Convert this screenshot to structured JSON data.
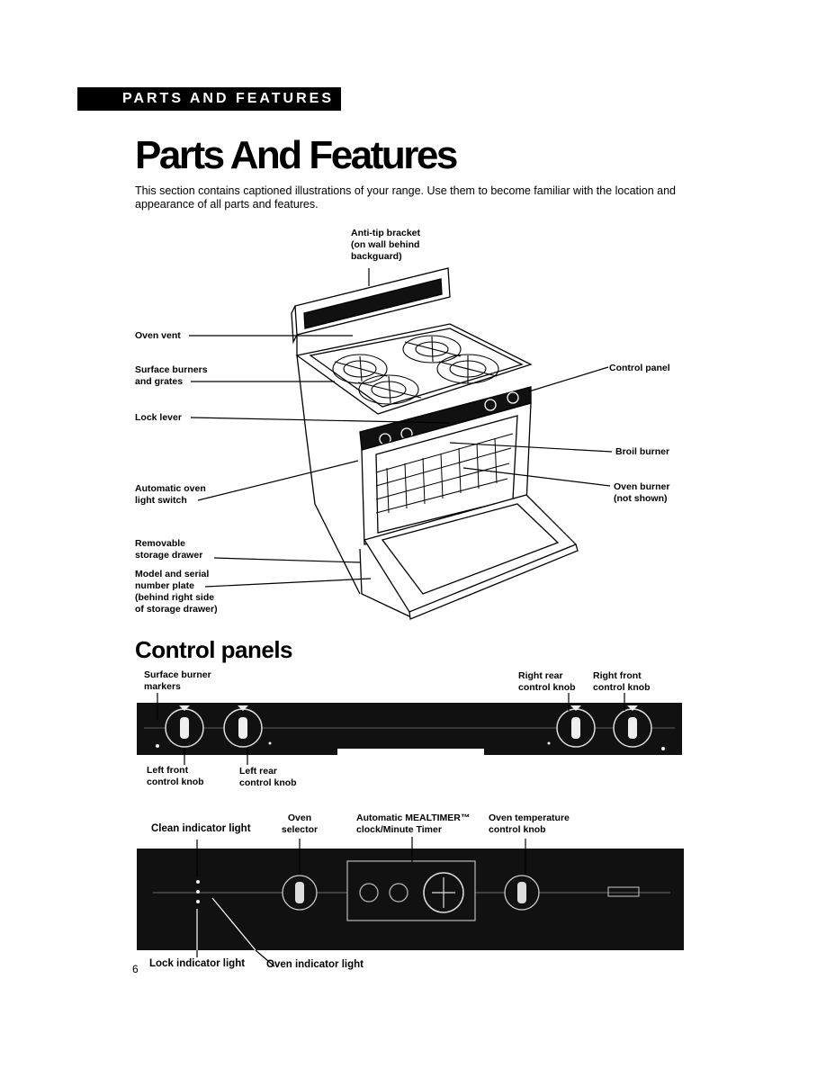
{
  "header": {
    "section_tab": "PARTS AND FEATURES"
  },
  "page": {
    "title": "Parts And Features",
    "intro": "This section contains captioned illustrations of your range. Use them to become familiar with the location and appearance of all parts and features.",
    "page_number": "6"
  },
  "range_callouts": {
    "anti_tip": [
      "Anti-tip bracket",
      "(on wall behind",
      "backguard)"
    ],
    "oven_vent": [
      "Oven vent"
    ],
    "surface_burners": [
      "Surface burners",
      "and grates"
    ],
    "lock_lever": [
      "Lock lever"
    ],
    "auto_light": [
      "Automatic oven",
      "light switch"
    ],
    "storage_drawer": [
      "Removable",
      "storage drawer"
    ],
    "model_plate": [
      "Model and serial",
      "number plate",
      "(behind right side",
      "of storage drawer)"
    ],
    "control_panel": [
      "Control panel"
    ],
    "broil_burner": [
      "Broil burner"
    ],
    "oven_burner": [
      "Oven burner",
      "(not shown)"
    ]
  },
  "control_panels": {
    "heading": "Control panels",
    "cooktop": {
      "surface_markers": [
        "Surface burner",
        "markers"
      ],
      "right_rear": [
        "Right rear",
        "control knob"
      ],
      "right_front": [
        "Right front",
        "control knob"
      ],
      "left_front": [
        "Left front",
        "control knob"
      ],
      "left_rear": [
        "Left rear",
        "control knob"
      ]
    },
    "oven": {
      "clean_light": [
        "Clean indicator light"
      ],
      "oven_selector": [
        "Oven",
        "selector"
      ],
      "mealtimer": [
        "Automatic MEALTIMER™",
        "clock/Minute Timer"
      ],
      "oven_temp": [
        "Oven temperature",
        "control knob"
      ],
      "lock_light": [
        "Lock indicator light"
      ],
      "oven_light": [
        "Oven indicator light"
      ]
    }
  }
}
